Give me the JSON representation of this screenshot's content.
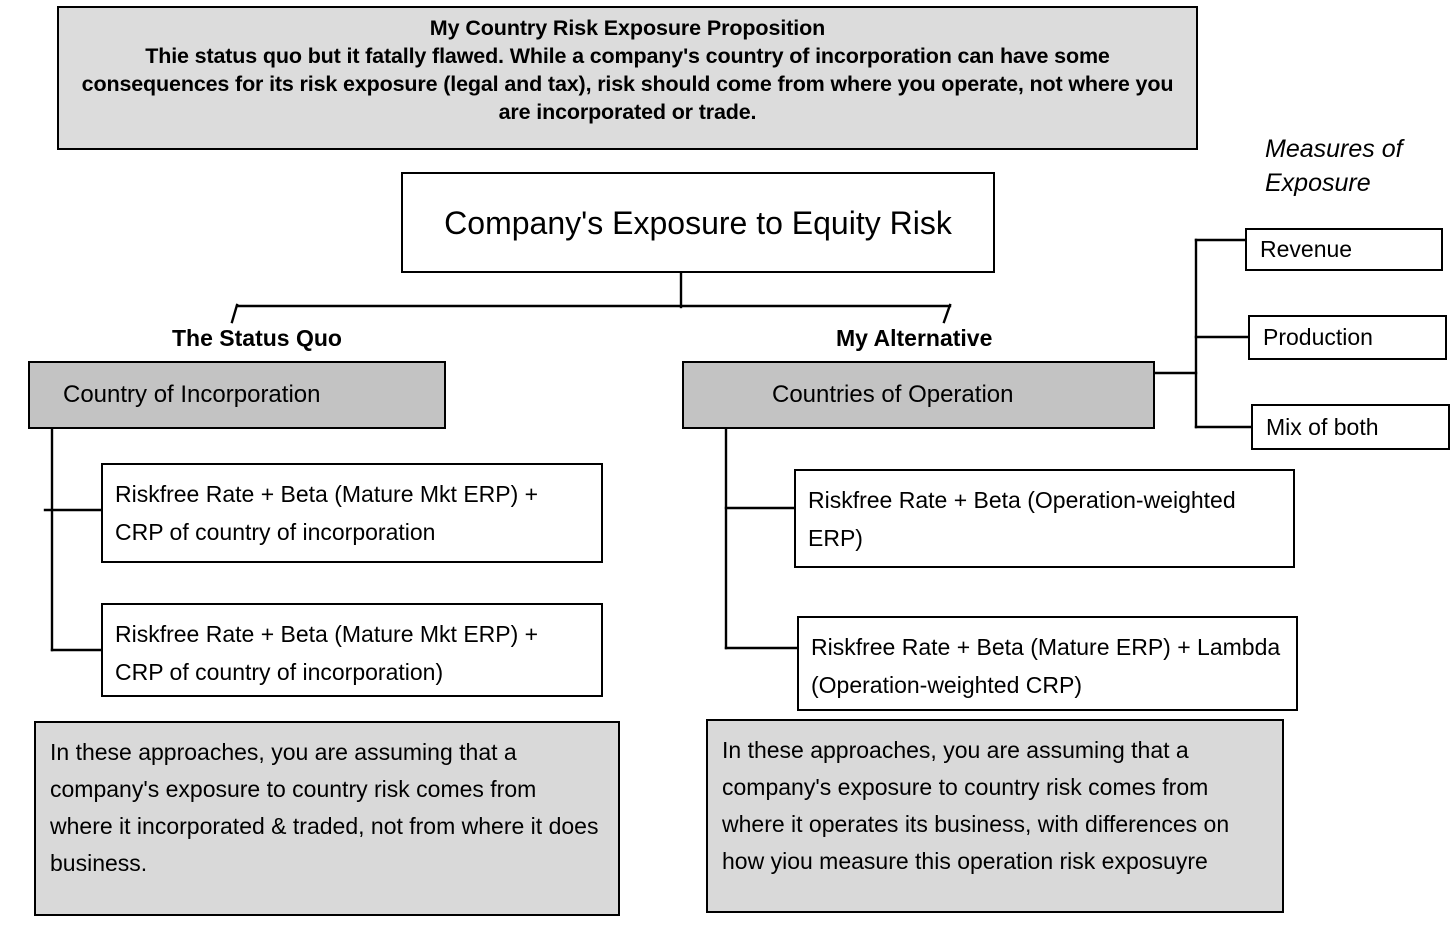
{
  "proposition": {
    "title": "My Country Risk Exposure Proposition",
    "body": "Thie status quo but it fatally flawed. While a company's country of incorporation can have some consequences for its risk exposure (legal and tax), risk should come from where you operate, not where you are incorporated or trade."
  },
  "root": {
    "label": "Company's Exposure to Equity Risk"
  },
  "branches": {
    "left": {
      "heading": "The Status Quo",
      "category": "Country of Incorporation",
      "formulas": [
        "Riskfree Rate + Beta (Mature Mkt ERP) + CRP of country of incorporation",
        "Riskfree Rate + Beta (Mature Mkt ERP) + CRP of country of incorporation)"
      ],
      "note": "In these approaches, you are assuming that a company's exposure to country risk comes from where it incorporated & traded, not from where it does business."
    },
    "right": {
      "heading": "My Alternative",
      "category": "Countries of Operation",
      "formulas": [
        "Riskfree Rate + Beta (Operation-weighted ERP)",
        "Riskfree Rate + Beta (Mature ERP) + Lambda (Operation-weighted CRP)"
      ],
      "note": "In these approaches, you are assuming that a company's exposure to country risk comes from where it operates its business, with differences on how yiou measure this operation risk exposuyre"
    }
  },
  "measures": {
    "title_line1": "Measures of",
    "title_line2": "Exposure",
    "items": [
      {
        "label": "Revenue"
      },
      {
        "label": "Production"
      },
      {
        "label": "Mix of both"
      }
    ]
  },
  "colors": {
    "background": "#ffffff",
    "line": "#000000",
    "banner_fill": "#dcdcdc",
    "category_fill": "#c3c3c3",
    "note_fill": "#dcdcdc"
  }
}
